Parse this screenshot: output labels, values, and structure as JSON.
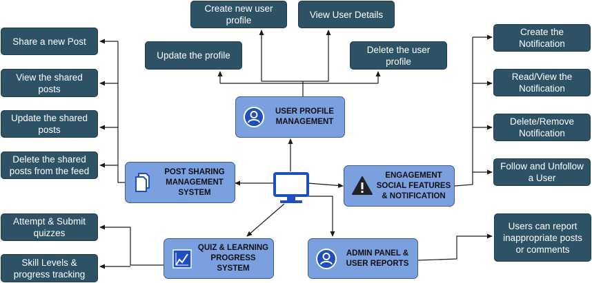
{
  "colors": {
    "leaf_fill": "#2d5266",
    "module_fill": "#7ba0e0",
    "line": "#1a1a1a",
    "icon_blue": "#1f4fbf"
  },
  "modules": {
    "user_profile": "USER PROFILE MANAGEMENT",
    "post_sharing": "POST SHARING MANAGEMENT SYSTEM",
    "engagement": "ENGAGEMENT SOCIAL FEATURES & NOTIFICATION",
    "quiz": "QUIZ & LEARNING PROGRESS SYSTEM",
    "admin": "ADMIN PANEL & USER REPORTS"
  },
  "user_profile_items": {
    "create": "Create new user profile",
    "view": "View User Details",
    "update": "Update the profile",
    "delete": "Delete the user profile"
  },
  "post_items": {
    "share": "Share a new Post",
    "view": "View the shared posts",
    "update": "Update the shared posts",
    "delete": "Delete the shared posts from the feed"
  },
  "engagement_items": {
    "create": "Create the Notification",
    "read": "Read/View the Notification",
    "delete": "Delete/Remove Notification",
    "follow": "Follow and Unfollow a User"
  },
  "quiz_items": {
    "attempt": "Attempt & Submit quizzes",
    "skill": "Skill Levels & progress tracking"
  },
  "admin_items": {
    "report": "Users can report inappropriate posts or comments"
  },
  "icons": {
    "center": "monitor-icon",
    "user_profile": "user-icon",
    "post_sharing": "documents-icon",
    "engagement": "warning-icon",
    "quiz": "progress-chart-icon",
    "admin": "user-icon"
  }
}
